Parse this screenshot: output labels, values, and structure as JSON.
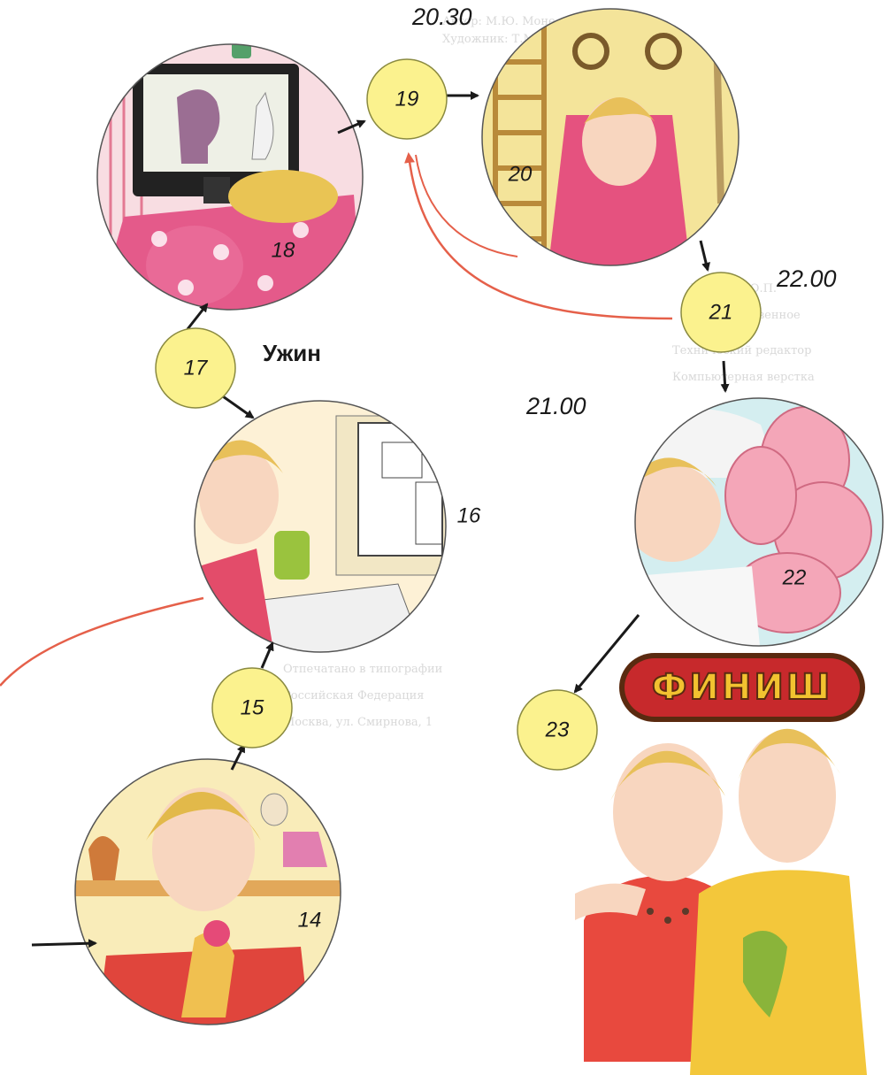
{
  "times": {
    "t2030": "20.30",
    "t2200": "22.00",
    "t2100": "21.00"
  },
  "dinner_label": "Ужин",
  "finish_sign": "ФИНИШ",
  "nodes": [
    {
      "id": "n15",
      "label": "15"
    },
    {
      "id": "n17",
      "label": "17"
    },
    {
      "id": "n19",
      "label": "19"
    },
    {
      "id": "n21",
      "label": "21"
    },
    {
      "id": "n23",
      "label": "23"
    }
  ],
  "scenes": [
    {
      "id": "s14",
      "label": "14",
      "icon": "reading-girl-icon"
    },
    {
      "id": "s16",
      "label": "16",
      "icon": "computer-icon"
    },
    {
      "id": "s18",
      "label": "18",
      "icon": "tv-icon"
    },
    {
      "id": "s20",
      "label": "20",
      "icon": "gym-rings-icon"
    },
    {
      "id": "s22",
      "label": "22",
      "icon": "sleeping-child-icon"
    }
  ],
  "colors": {
    "node_fill": "#fbf28e",
    "node_stroke": "#8a8a40",
    "arrow": "#1a1a1a",
    "red_line": "#e5604a",
    "sign_bg": "#c7292c"
  }
}
